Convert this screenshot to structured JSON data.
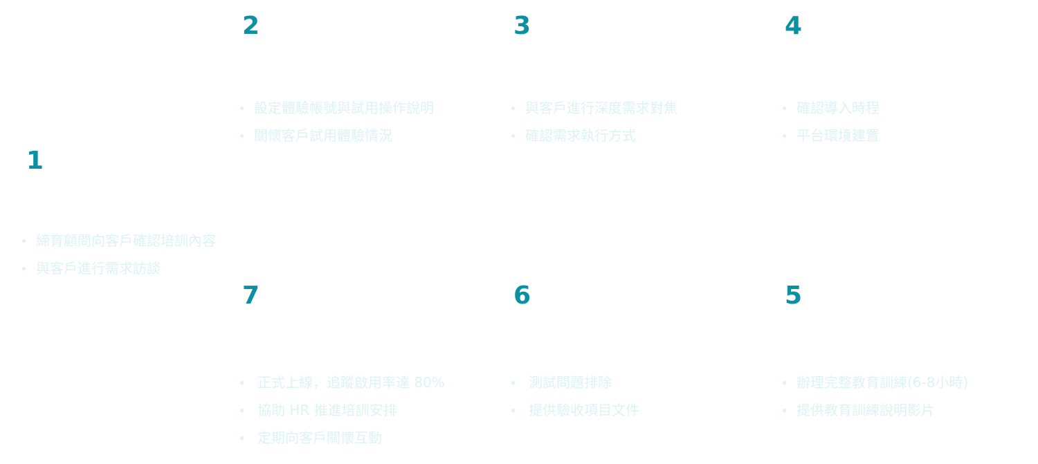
{
  "accent_color": "#0a8fa3",
  "bullet_text_color": "#ddf2f5",
  "steps": {
    "s1": {
      "number": "1",
      "items": [
        "締育顧問向客戶確認培訓內容",
        "與客戶進行需求訪談"
      ]
    },
    "s2": {
      "number": "2",
      "items": [
        "設定體驗帳號與試用操作說明",
        "關懷客戶試用體驗情況"
      ]
    },
    "s3": {
      "number": "3",
      "items": [
        "與客戶進行深度需求對焦",
        "確認需求執行方式"
      ]
    },
    "s4": {
      "number": "4",
      "items": [
        "確認導入時程",
        "平台環境建置"
      ]
    },
    "s5": {
      "number": "5",
      "items": [
        "辦理完整教育訓練(6-8小時)",
        "提供教育訓練說明影片"
      ]
    },
    "s6": {
      "number": "6",
      "items": [
        "測試問題排除",
        "提供驗收項目文件"
      ]
    },
    "s7": {
      "number": "7",
      "items": [
        "正式上線，追蹤啟用率達 80%",
        "協助 HR 推進培訓安排",
        "定期向客戶關懷互動"
      ]
    }
  }
}
